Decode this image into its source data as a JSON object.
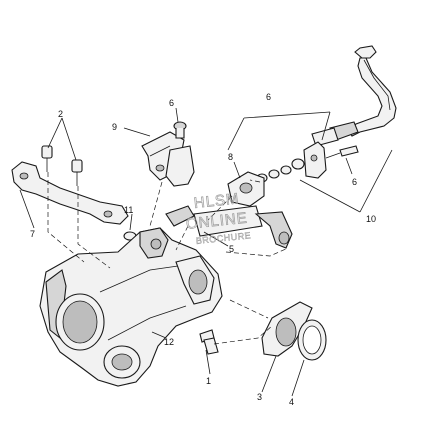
{
  "callouts": {
    "c1": "1",
    "c2": "2",
    "c3": "3",
    "c4": "4",
    "c5": "5",
    "c6a": "6",
    "c6b": "6",
    "c6c": "6",
    "c7": "7",
    "c8": "8",
    "c9": "9",
    "c10": "10",
    "c11": "11",
    "c12": "12"
  },
  "watermark": {
    "line1": "HLSM",
    "line2": "ONLINE",
    "line3": "BROCHURE"
  }
}
